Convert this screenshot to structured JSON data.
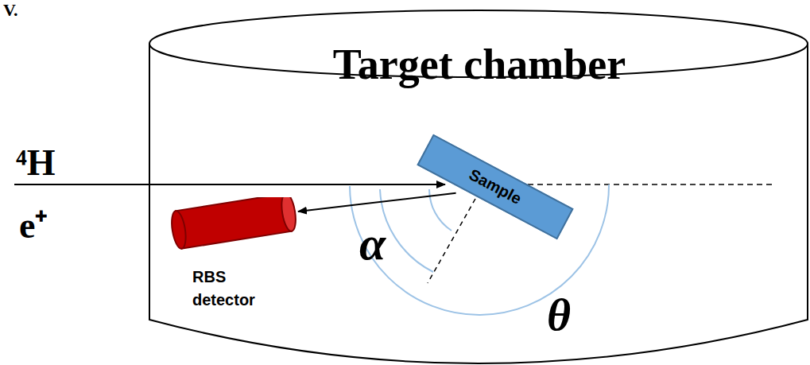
{
  "diagram": {
    "nodes": [
      {
        "text": [
          "Target chamber"
        ]
      },
      {
        "text": [
          "Sample"
        ],
        "in": 0
      },
      {
        "text": [
          "RBS detector"
        ],
        "in": 0
      }
    ],
    "edges": [
      {
        "from": 1,
        "to": 2,
        "arrow": "to"
      }
    ],
    "labels": [
      "V.",
      "⁴H",
      "e⁺",
      "α",
      "θ"
    ]
  }
}
